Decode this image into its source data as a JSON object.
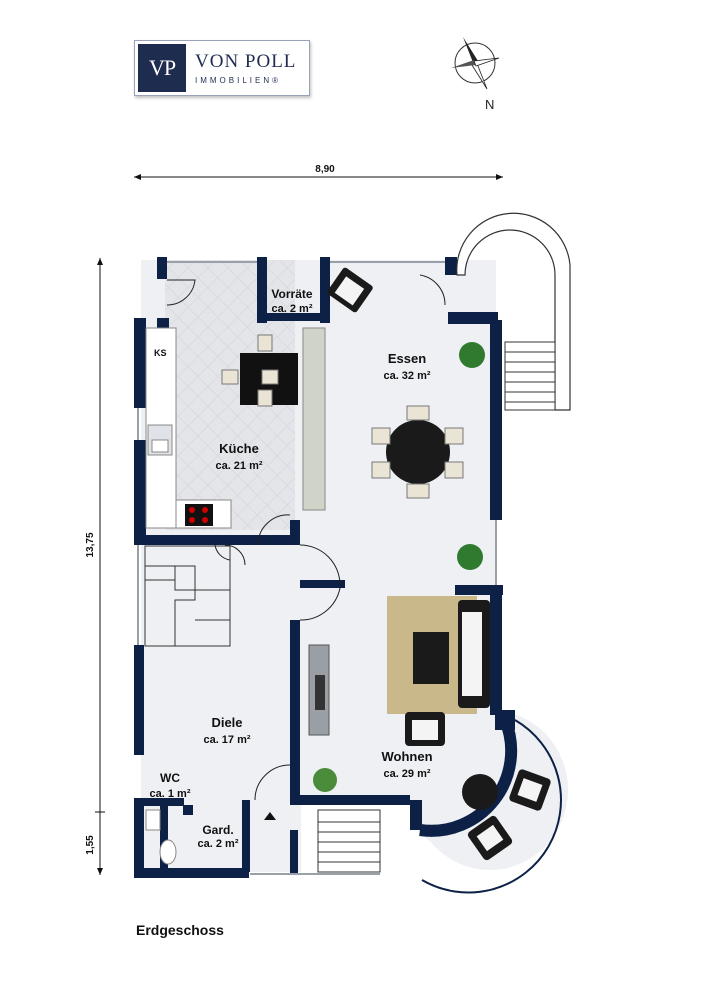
{
  "brand": {
    "mark": "VP",
    "name": "VON POLL",
    "subline": "IMMOBILIEN®"
  },
  "compass": {
    "north_label": "N"
  },
  "dimensions": {
    "width_total": "8,90",
    "depth_main": "13,75",
    "depth_entry": "1,55"
  },
  "rooms": [
    {
      "id": "vorraete",
      "name": "Vorräte",
      "area": "ca. 2 m²"
    },
    {
      "id": "essen",
      "name": "Essen",
      "area": "ca. 32 m²"
    },
    {
      "id": "kueche",
      "name": "Küche",
      "area": "ca. 21 m²"
    },
    {
      "id": "diele",
      "name": "Diele",
      "area": "ca. 17 m²"
    },
    {
      "id": "wohnen",
      "name": "Wohnen",
      "area": "ca. 29 m²"
    },
    {
      "id": "wc",
      "name": "WC",
      "area": "ca. 1 m²"
    },
    {
      "id": "gard",
      "name": "Gard.",
      "area": "ca. 2 m²"
    }
  ],
  "fixtures": {
    "fridge_label": "KS"
  },
  "floor_name": "Erdgeschoss",
  "colors": {
    "wall": "#0d2146",
    "floor": "#eef0f4",
    "kitchen_floor": "#dfe1e5",
    "rug": "#c9b98a"
  }
}
